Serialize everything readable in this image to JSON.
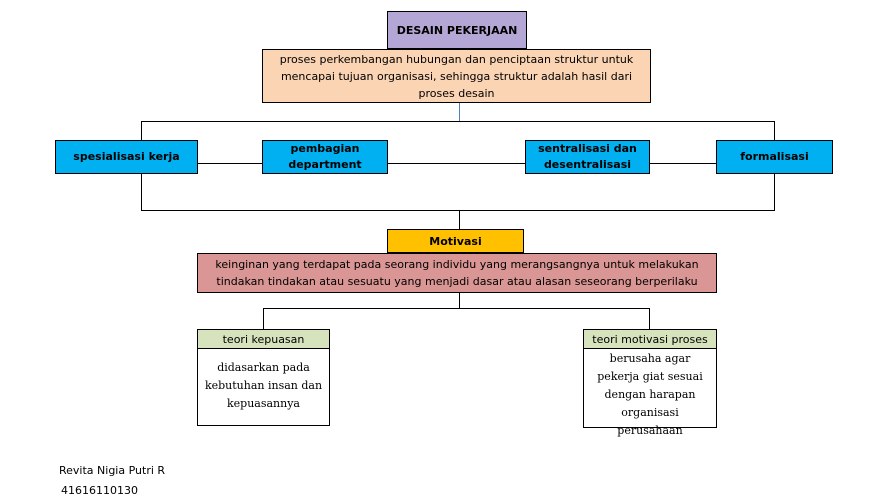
{
  "title": "DESAIN PEKERJAAN",
  "definition": "proses perkembangan hubungan dan penciptaan struktur untuk mencapai tujuan organisasi, sehingga struktur adalah hasil dari proses desain",
  "elements": [
    {
      "label": "spesialisasi kerja"
    },
    {
      "label": "pembagian department"
    },
    {
      "label": "sentralisasi dan desentralisasi"
    },
    {
      "label": "formalisasi"
    }
  ],
  "motivation": {
    "title": "Motivasi",
    "definition": "keinginan yang terdapat pada seorang individu yang merangsangnya untuk melakukan tindakan tindakan atau sesuatu yang menjadi dasar atau alasan seseorang berperilaku"
  },
  "theories": [
    {
      "title": "teori kepuasan",
      "description": "didasarkan pada kebutuhan insan dan kepuasannya"
    },
    {
      "title": "teori motivasi proses",
      "description": "berusaha agar pekerja giat sesuai dengan harapan organisasi perusahaan"
    }
  ],
  "author": {
    "name": "Revita Nigia Putri R",
    "id": "41616110130"
  }
}
